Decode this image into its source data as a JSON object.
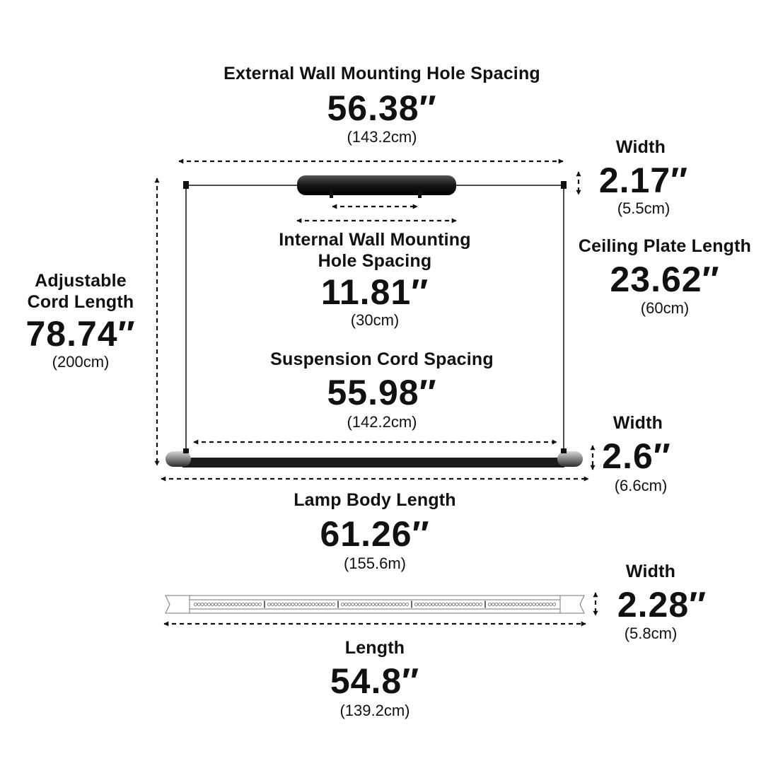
{
  "external_spacing": {
    "title": "External Wall Mounting Hole Spacing",
    "inches": "56.38″",
    "cm": "(143.2cm)"
  },
  "ceiling_width": {
    "title": "Width",
    "inches": "2.17″",
    "cm": "(5.5cm)"
  },
  "internal_spacing": {
    "title_line1": "Internal Wall Mounting",
    "title_line2": "Hole Spacing",
    "inches": "11.81″",
    "cm": "(30cm)"
  },
  "ceiling_plate": {
    "title": "Ceiling Plate Length",
    "inches": "23.62″",
    "cm": "(60cm)"
  },
  "cord_length": {
    "title_line1": "Adjustable",
    "title_line2": "Cord Length",
    "inches": "78.74″",
    "cm": "(200cm)"
  },
  "cord_spacing": {
    "title": "Suspension Cord Spacing",
    "inches": "55.98″",
    "cm": "(142.2cm)"
  },
  "lamp_width": {
    "title": "Width",
    "inches": "2.6″",
    "cm": "(6.6cm)"
  },
  "lamp_body": {
    "title": "Lamp Body Length",
    "inches": "61.26″",
    "cm": "(155.6m)"
  },
  "led_width": {
    "title": "Width",
    "inches": "2.28″",
    "cm": "(5.8cm)"
  },
  "led_length": {
    "title": "Length",
    "inches": "54.8″",
    "cm": "(139.2cm)"
  },
  "led_strip": {
    "segments": 5,
    "dots_per_segment": 20
  },
  "colors": {
    "ink": "#111111",
    "body": "#1a1a1a",
    "cap": "#8a8a8a",
    "outline": "#777777"
  }
}
